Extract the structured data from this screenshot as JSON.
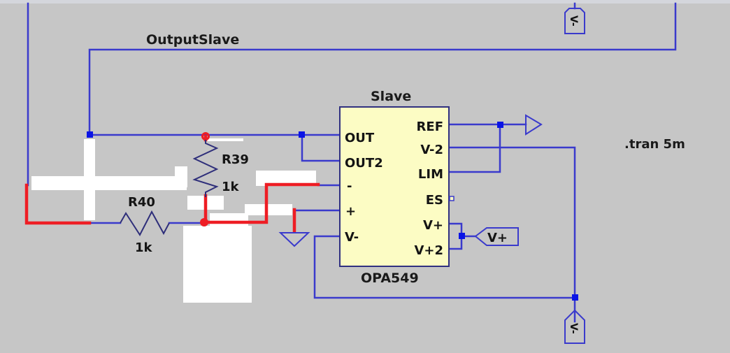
{
  "schematic": {
    "net_labels": {
      "output_slave": "OutputSlave"
    },
    "directive": ".tran 5m",
    "opamp": {
      "instance_name": "Slave",
      "model": "OPA549",
      "left_pins": [
        "OUT",
        "OUT2",
        "-",
        "+",
        "V-"
      ],
      "right_pins": [
        "REF",
        "V-2",
        "LIM",
        "ES",
        "V+",
        "V+2"
      ]
    },
    "resistors": [
      {
        "ref": "R39",
        "value": "1k"
      },
      {
        "ref": "R40",
        "value": "1k"
      }
    ],
    "power_flags": {
      "vplus": "V+",
      "vminus_top": "V-",
      "vminus_bottom": "V-"
    },
    "colors": {
      "background": "#c6c6c6",
      "wire": "#3a3acc",
      "highlight_wire": "#ee1d24",
      "junction": "#0a14e6",
      "component_fill": "#fcfcc4"
    }
  }
}
